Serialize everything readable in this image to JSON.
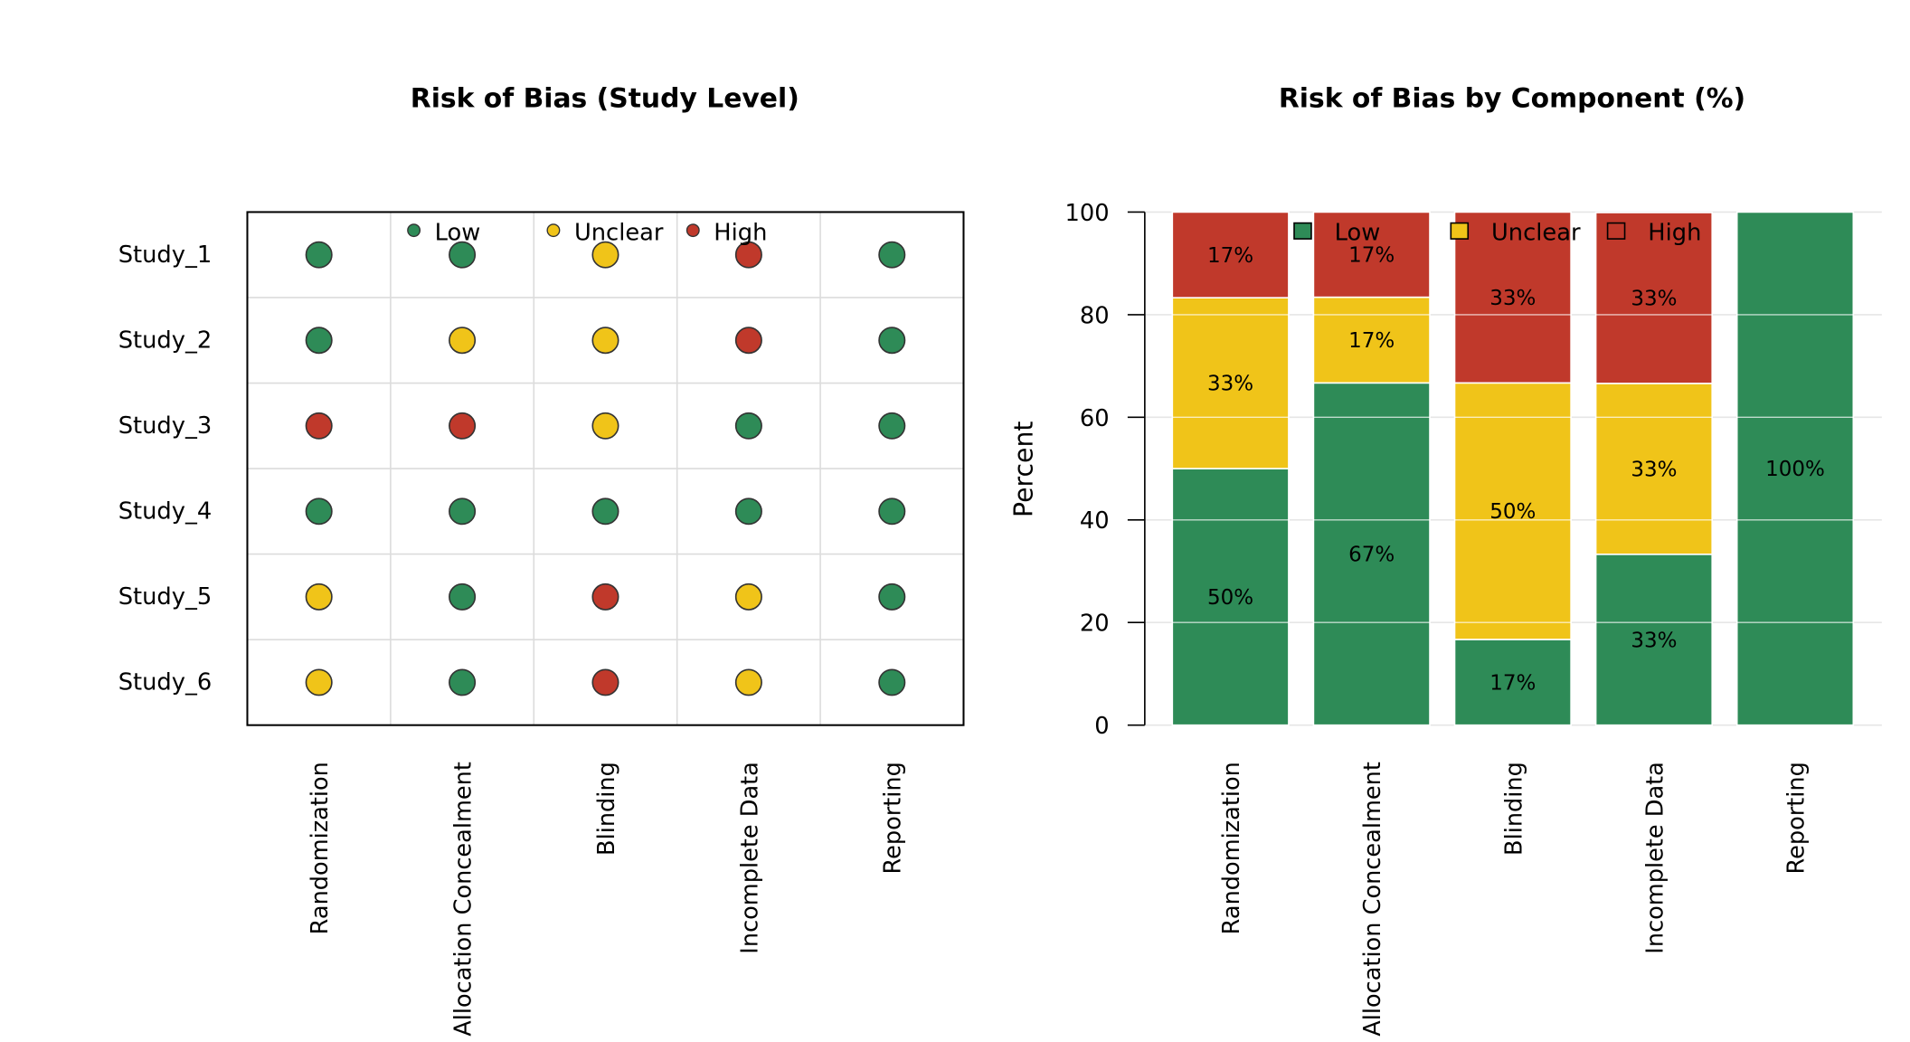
{
  "colors": {
    "Low": "#2e8b57",
    "Unclear": "#f0c419",
    "High": "#c0392b"
  },
  "chart_data": [
    {
      "type": "table",
      "title": "Risk of Bias (Study Level)",
      "columns": [
        "Randomization",
        "Allocation Concealment",
        "Blinding",
        "Incomplete Data",
        "Reporting"
      ],
      "rows": [
        "Study_1",
        "Study_2",
        "Study_3",
        "Study_4",
        "Study_5",
        "Study_6"
      ],
      "values": [
        [
          "Low",
          "Low",
          "Unclear",
          "High",
          "Low"
        ],
        [
          "Low",
          "Unclear",
          "Unclear",
          "High",
          "Low"
        ],
        [
          "High",
          "High",
          "Unclear",
          "Low",
          "Low"
        ],
        [
          "Low",
          "Low",
          "Low",
          "Low",
          "Low"
        ],
        [
          "Unclear",
          "Low",
          "High",
          "Unclear",
          "Low"
        ],
        [
          "Unclear",
          "Low",
          "High",
          "Unclear",
          "Low"
        ]
      ],
      "legend": [
        "Low",
        "Unclear",
        "High"
      ],
      "legend_position": "top"
    },
    {
      "type": "bar",
      "stacked": true,
      "title": "Risk of Bias by Component (%)",
      "xlabel": "",
      "ylabel": "Percent",
      "ylim": [
        0,
        100
      ],
      "yticks": [
        0,
        20,
        40,
        60,
        80,
        100
      ],
      "grid": true,
      "categories": [
        "Randomization",
        "Allocation Concealment",
        "Blinding",
        "Incomplete Data",
        "Reporting"
      ],
      "series": [
        {
          "name": "Low",
          "values": [
            50,
            66.7,
            16.7,
            33.3,
            100
          ],
          "labels": [
            "50%",
            "67%",
            "17%",
            "33%",
            "100%"
          ]
        },
        {
          "name": "Unclear",
          "values": [
            33.3,
            16.7,
            50,
            33.3,
            0
          ],
          "labels": [
            "33%",
            "17%",
            "50%",
            "33%",
            ""
          ]
        },
        {
          "name": "High",
          "values": [
            16.7,
            16.7,
            33.3,
            33.3,
            0
          ],
          "labels": [
            "17%",
            "17%",
            "33%",
            "33%",
            ""
          ]
        }
      ],
      "legend": [
        "Low",
        "Unclear",
        "High"
      ],
      "legend_position": "top"
    }
  ]
}
